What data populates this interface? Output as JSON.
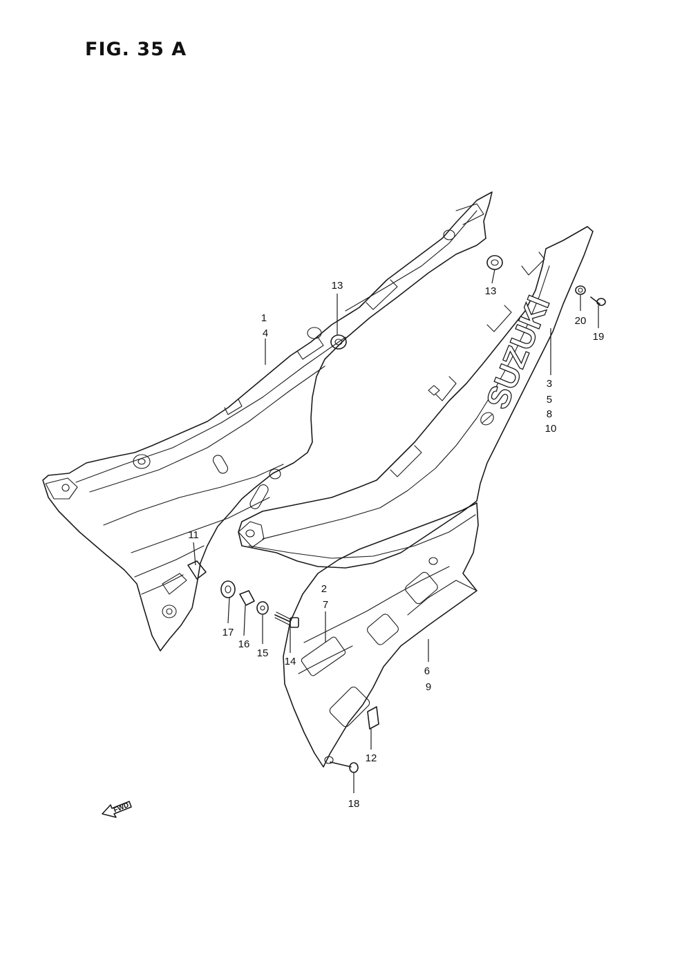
{
  "title": "FIG. 35 A",
  "logo_text": "SUZUKI",
  "fwd_label": "FWD",
  "callouts": [
    {
      "id": "c1",
      "lines": [
        "1",
        "4"
      ]
    },
    {
      "id": "c13a",
      "lines": [
        "13"
      ]
    },
    {
      "id": "c13b",
      "lines": [
        "13"
      ]
    },
    {
      "id": "c20",
      "lines": [
        "20"
      ]
    },
    {
      "id": "c19",
      "lines": [
        "19"
      ]
    },
    {
      "id": "c3",
      "lines": [
        "3",
        "5",
        "8",
        "10"
      ]
    },
    {
      "id": "c11",
      "lines": [
        "11"
      ]
    },
    {
      "id": "c2",
      "lines": [
        "2",
        "7"
      ]
    },
    {
      "id": "c17",
      "lines": [
        "17"
      ]
    },
    {
      "id": "c16",
      "lines": [
        "16"
      ]
    },
    {
      "id": "c15",
      "lines": [
        "15"
      ]
    },
    {
      "id": "c14",
      "lines": [
        "14"
      ]
    },
    {
      "id": "c6",
      "lines": [
        "6",
        "9"
      ]
    },
    {
      "id": "c12",
      "lines": [
        "12"
      ]
    },
    {
      "id": "c18",
      "lines": [
        "18"
      ]
    }
  ]
}
